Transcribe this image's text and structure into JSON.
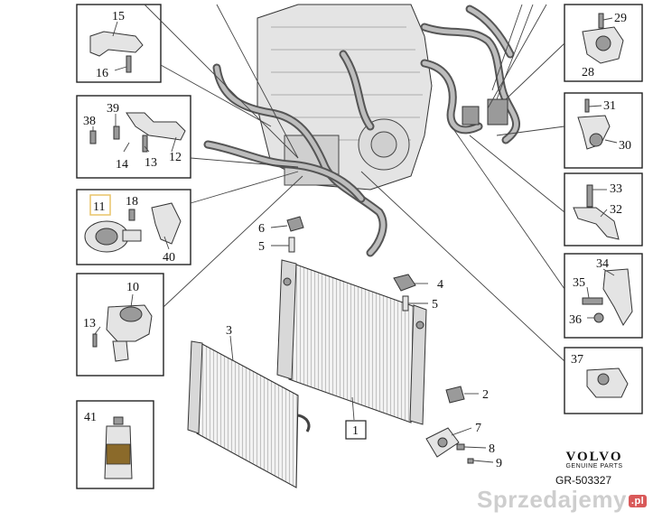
{
  "diagram": {
    "callouts": {
      "c1": "1",
      "c2": "2",
      "c3": "3",
      "c4": "4",
      "c5a": "5",
      "c5b": "5",
      "c6": "6",
      "c7": "7",
      "c8": "8",
      "c9": "9",
      "c10": "10",
      "c11": "11",
      "c12": "12",
      "c13a": "13",
      "c13b": "13",
      "c14": "14",
      "c15": "15",
      "c16": "16",
      "c18": "18",
      "c28": "28",
      "c29": "29",
      "c30": "30",
      "c31": "31",
      "c32": "32",
      "c33": "33",
      "c34": "34",
      "c35": "35",
      "c36": "36",
      "c37": "37",
      "c38": "38",
      "c39": "39",
      "c40": "40",
      "c41": "41"
    },
    "highlight_color": "#e8c468"
  },
  "brand": {
    "name": "VOLVO",
    "tagline": "GENUINE PARTS",
    "reference": "GR-503327"
  },
  "watermark": {
    "text": "Sprzedajemy",
    "suffix": ".pl"
  }
}
